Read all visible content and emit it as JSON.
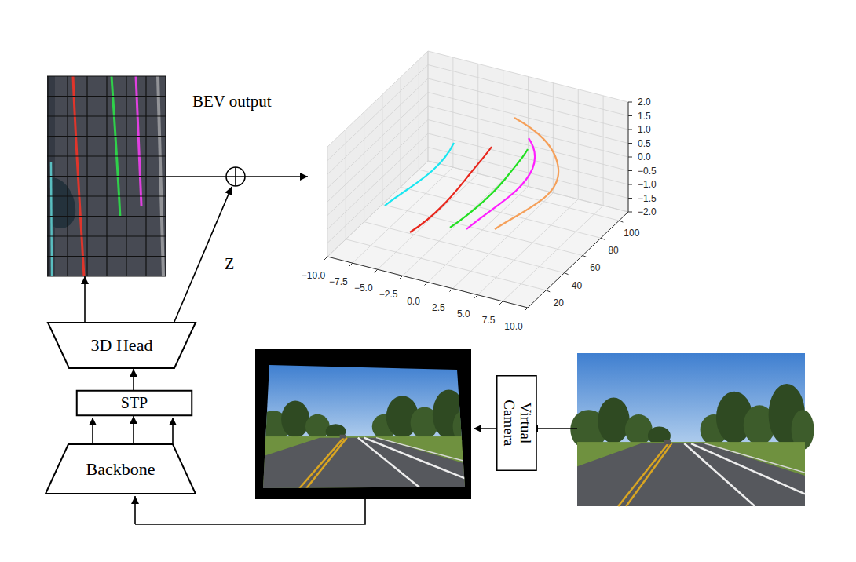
{
  "diagram": {
    "nodes": [
      {
        "text": [
          "BEV output"
        ]
      },
      {
        "text": [
          "3D Head"
        ]
      },
      {
        "text": [
          "STP"
        ]
      },
      {
        "text": [
          "Backbone"
        ]
      },
      {
        "text": [
          "Virtual Camera"
        ]
      }
    ],
    "edges": [
      {
        "from": 1,
        "to": 0,
        "arrow": "to"
      },
      {
        "from": 3,
        "to": 2,
        "arrow": "to"
      },
      {
        "from": 2,
        "to": 1,
        "arrow": "to"
      }
    ],
    "labels": [
      "2.0",
      "1.5",
      "1.0",
      "0.5",
      "0.0",
      "−0.5",
      "−1.0",
      "−1.5",
      "−2.0",
      "100",
      "80",
      "60",
      "40",
      "20",
      "Z",
      "−10.0",
      "−7.5",
      "−5.0",
      "−2.5",
      "0.0",
      "2.5",
      "5.0",
      "7.5",
      "10.0"
    ]
  }
}
